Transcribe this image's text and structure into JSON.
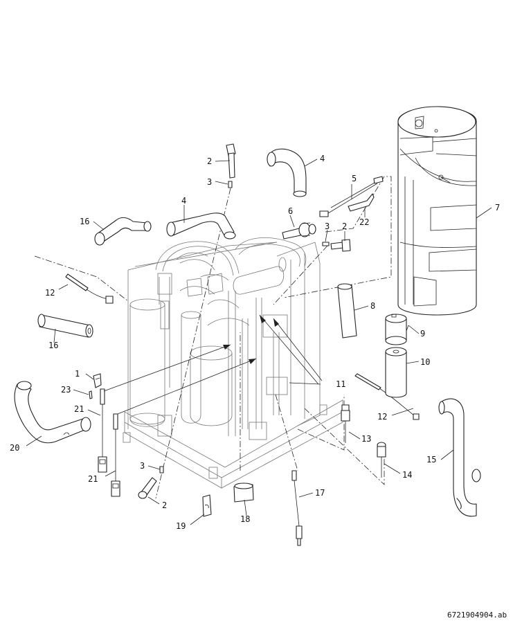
{
  "callouts": {
    "n1": "1",
    "n2": "2",
    "n3": "3",
    "n4": "4",
    "n5": "5",
    "n6": "6",
    "n7": "7",
    "n8": "8",
    "n9": "9",
    "n10": "10",
    "n11": "11",
    "n12": "12",
    "n13": "13",
    "n14": "14",
    "n15": "15",
    "n16": "16",
    "n17": "17",
    "n18": "18",
    "n19": "19",
    "n20": "20",
    "n21": "21",
    "n22": "22",
    "n23": "23"
  },
  "document_id": "6721904904.ab"
}
